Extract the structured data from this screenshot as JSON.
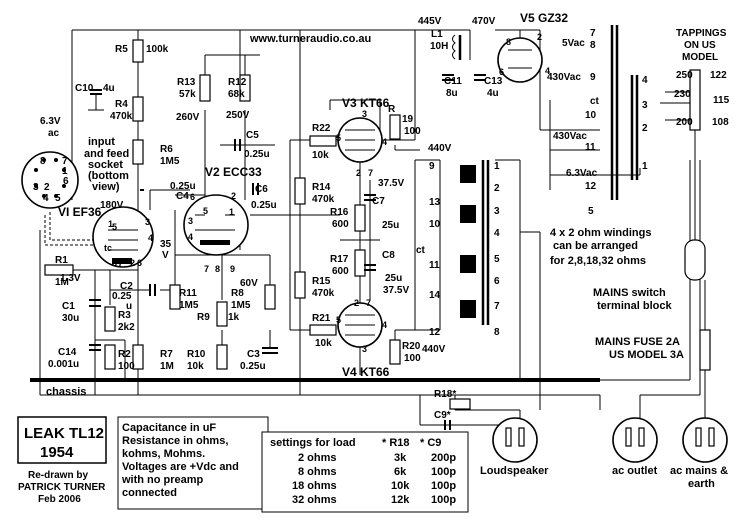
{
  "header": {
    "website": "www.turneraudio.co.au",
    "tappings_line1": "TAPPINGS",
    "tappings_line2": "ON US",
    "tappings_line3": "MODEL"
  },
  "tubes": {
    "v1": "VI EF36",
    "v2": "V2 ECC33",
    "v3": "V3 KT66",
    "v4": "V4 KT66",
    "v5": "V5 GZ32"
  },
  "resistors": {
    "r1": "R1",
    "r1_val": "1M",
    "r2": "R2",
    "r2_val": "100",
    "r3": "R3",
    "r3_val": "2k2",
    "r4": "R4",
    "r4_val": "470k",
    "r5": "R5",
    "r5_val": "100k",
    "r6": "R6",
    "r6_val": "1M5",
    "r7": "R7",
    "r7_val": "1M",
    "r8": "R8",
    "r8_val": "1M5",
    "r9": "R9",
    "r9_val": "1k",
    "r10": "R10",
    "r10_val": "10k",
    "r11": "R11",
    "r11_val": "1M5",
    "r12": "R12",
    "r12_val": "68k",
    "r13": "R13",
    "r13_val": "57k",
    "r14": "R14",
    "r14_val": "470k",
    "r15": "R15",
    "r15_val": "470k",
    "r16": "R16",
    "r16_val": "600",
    "r17": "R17",
    "r17_val": "600",
    "r18": "R18*",
    "r19": "R",
    "r19_num": "19",
    "r19_val": "100",
    "r20": "R20",
    "r20_val": "100",
    "r21": "R21",
    "r21_val": "10k",
    "r22": "R22",
    "r22_val": "10k"
  },
  "capacitors": {
    "c1": "C1",
    "c1_val": "30u",
    "c2": "C2",
    "c2_val": "0.25",
    "c2_unit": "u",
    "c3": "C3",
    "c3_val": "0.25u",
    "c4": "C4",
    "c4_val": "0.25u",
    "c5": "C5",
    "c5_val": "0.25u",
    "c6": "C6",
    "c6_val": "0.25u",
    "c7": "C7",
    "c7_val": "25u",
    "c8": "C8",
    "c8_val": "25u",
    "c9": "C9*",
    "c10": "C10",
    "c10_val": "4u",
    "c11": "C11",
    "c11_val": "8u",
    "c13": "C13",
    "c13_val": "4u",
    "c14": "C14",
    "c14_val": "0.001u"
  },
  "voltages": {
    "v445": "445V",
    "v470": "470V",
    "v260": "260V",
    "v250": "250V",
    "v440_top": "440V",
    "v440_bot": "440V",
    "v180": "180V",
    "v35": "35",
    "v35_unit": "V",
    "v60": "60V",
    "v13": "1.3V",
    "v375_top": "37.5V",
    "v375_bot": "37.5V",
    "v63_heater": "6.3V",
    "v63_ac": "ac",
    "v63_vac": "6.3Vac",
    "v5vac": "5Vac",
    "v430a": "430Vac",
    "v430b": "430Vac"
  },
  "inductor": {
    "name": "L1",
    "value": "10H"
  },
  "socket": {
    "line1": "input",
    "line2": "and feed",
    "line3": "socket",
    "line4": "(bottom",
    "line5": "view)",
    "pins": [
      "1",
      "2",
      "3",
      "4",
      "5",
      "6",
      "7",
      "8"
    ]
  },
  "pin_numbers": {
    "v1": [
      "1",
      "2",
      "3",
      "4",
      "5",
      "6",
      "7",
      "8",
      "tc"
    ],
    "v2": [
      "1",
      "2",
      "3",
      "4",
      "5",
      "6",
      "7",
      "8",
      "9"
    ],
    "v3": [
      "3",
      "4",
      "5",
      "2",
      "7"
    ],
    "v4": [
      "3",
      "4",
      "5",
      "2",
      "7"
    ],
    "v5": [
      "2",
      "4",
      "6",
      "8"
    ]
  },
  "output_transformer": {
    "ct": "ct",
    "primary_pins": [
      "9",
      "13",
      "10",
      "11",
      "14",
      "12"
    ],
    "secondary_pins": [
      "1",
      "2",
      "3",
      "4",
      "5",
      "6",
      "7",
      "8"
    ],
    "note_line1": "4 x 2 ohm windings",
    "note_line2": "can be arranged",
    "note_line3": "for 2,8,18,32 ohms"
  },
  "power_transformer": {
    "pins": [
      "7",
      "8",
      "9",
      "10",
      "11",
      "12",
      "5",
      "1",
      "4",
      "3",
      "2",
      "ct"
    ],
    "taps": [
      "250",
      "230",
      "200"
    ],
    "us_taps": [
      "122",
      "115",
      "108"
    ]
  },
  "mains": {
    "switch_line1": "MAINS switch",
    "switch_line2": "terminal block",
    "fuse_line1": "MAINS FUSE  2A",
    "fuse_line2": "US MODEL  3A",
    "chassis": "chassis"
  },
  "connectors": {
    "loudspeaker": "Loudspeaker",
    "ac_outlet": "ac outlet",
    "ac_mains_line1": "ac mains &",
    "ac_mains_line2": "earth"
  },
  "title_box": {
    "line1": "LEAK TL12",
    "line2": "1954"
  },
  "credits": {
    "line1": "Re-drawn by",
    "line2": "PATRICK TURNER",
    "line3": "Feb 2006"
  },
  "notes": {
    "line1": "Capacitance in uF",
    "line2": "Resistance in ohms,",
    "line3": "kohms, Mohms.",
    "line4": "Voltages are +Vdc and",
    "line5": "with no preamp",
    "line6": "connected"
  },
  "load_table": {
    "title": "settings for load",
    "col_r": "* R18",
    "col_c": "* C9",
    "rows": [
      {
        "load": "2 ohms",
        "r": "3k",
        "c": "200p"
      },
      {
        "load": "8 ohms",
        "r": "6k",
        "c": "100p"
      },
      {
        "load": "18 ohms",
        "r": "10k",
        "c": "100p"
      },
      {
        "load": "32 ohms",
        "r": "12k",
        "c": "100p"
      }
    ]
  }
}
